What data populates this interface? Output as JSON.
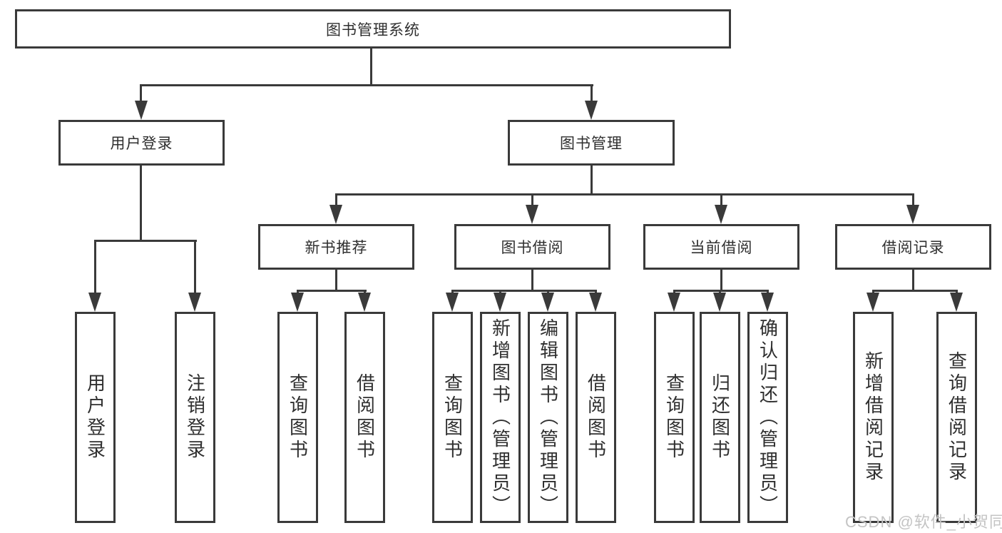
{
  "tree": {
    "root": {
      "label": "图书管理系统"
    },
    "branches": [
      {
        "label": "用户登录",
        "children": [
          {
            "label": "用户登录"
          },
          {
            "label": "注销登录"
          }
        ]
      },
      {
        "label": "图书管理",
        "children": [
          {
            "label": "新书推荐",
            "children": [
              {
                "label": "查询图书"
              },
              {
                "label": "借阅图书"
              }
            ]
          },
          {
            "label": "图书借阅",
            "children": [
              {
                "label": "查询图书"
              },
              {
                "label": "新增图书（管理员）"
              },
              {
                "label": "编辑图书（管理员）"
              },
              {
                "label": "借阅图书"
              }
            ]
          },
          {
            "label": "当前借阅",
            "children": [
              {
                "label": "查询图书"
              },
              {
                "label": "归还图书"
              },
              {
                "label": "确认归还（管理员）"
              }
            ]
          },
          {
            "label": "借阅记录",
            "children": [
              {
                "label": "新增借阅记录"
              },
              {
                "label": "查询借阅记录"
              }
            ]
          }
        ]
      }
    ]
  },
  "watermark": {
    "text": "CSDN @软件_小贺同学"
  },
  "colors": {
    "line": "#3a3a3a",
    "text": "#2f2f2f",
    "watermark": "#c4c4c4",
    "background": "#ffffff"
  }
}
